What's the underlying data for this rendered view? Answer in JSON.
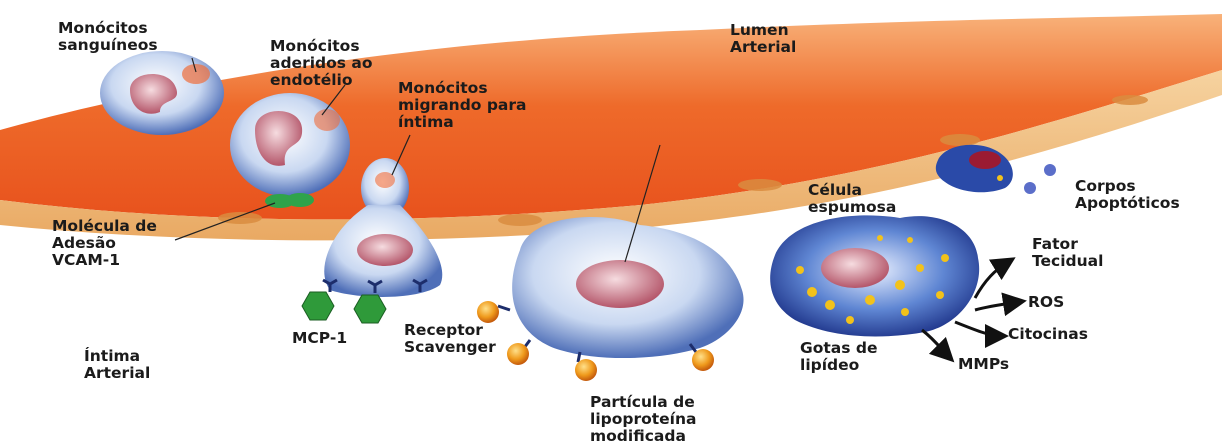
{
  "labels": {
    "monocitos_sanguineos": "Monócitos\nsanguíneos",
    "monocitos_aderidos": "Monócitos\naderidos ao\nendotélio",
    "monocitos_migrando": "Monócitos\nmigrando para\níntima",
    "lumen": "Lumen\nArterial",
    "molecula_adesao": "Molécula de\nAdesão\nVCAM-1",
    "mcp1": "MCP-1",
    "intima_arterial": "Íntima\nArterial",
    "receptor_scavenger": "Receptor\nScavenger",
    "particula_lipoproteina": "Partícula de\nlipoproteína\nmodificada",
    "celula_espumosa": "Célula\nespumosa",
    "corpos_apoptoticos": "Corpos\nApoptóticos",
    "fator_tecidual": "Fator\nTecidual",
    "ros": "ROS",
    "citocinas": "Citocinas",
    "gotas_lipideo": "Gotas de\nlipídeo",
    "mmps": "MMPs"
  },
  "colors": {
    "lumen": "#f07a2e",
    "endothelium": "#f3c28a",
    "monocyte": "#dfe8f7",
    "nucleus": "#c97a86",
    "vcam": "#2fa34a",
    "mcp1": "#2f9a3a",
    "lipoprotein": "#e8861a",
    "receptor": "#1d2d6b",
    "lipid_droplet": "#f2c21b"
  }
}
